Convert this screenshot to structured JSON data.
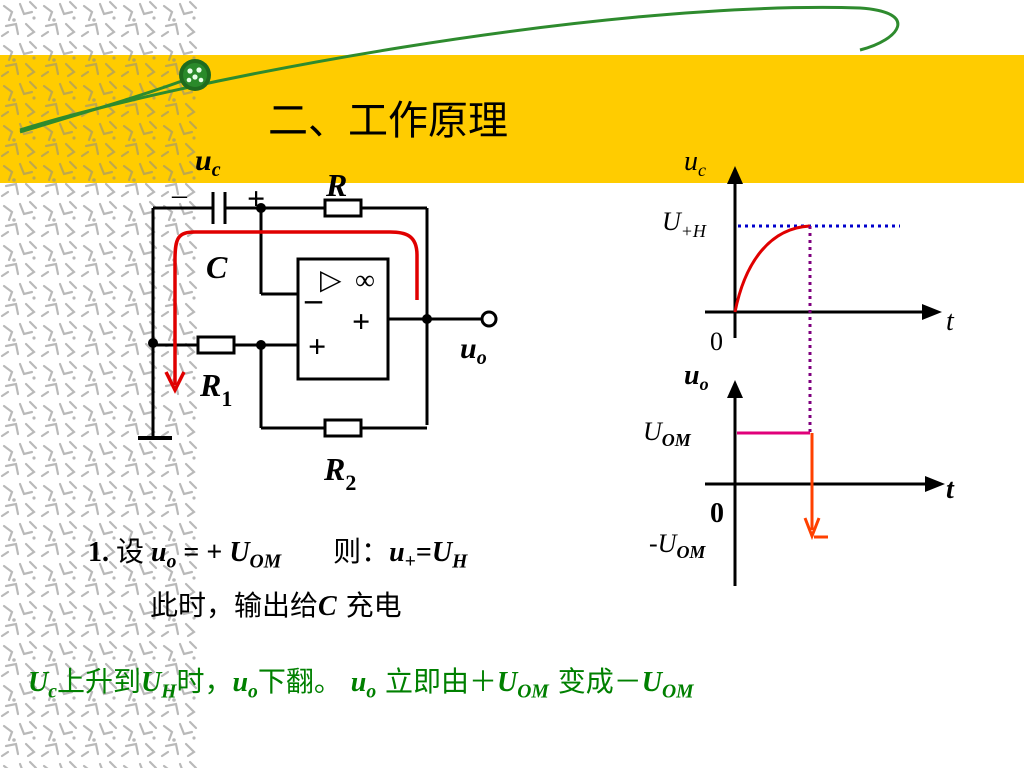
{
  "slide": {
    "title": "二、工作原理",
    "colors": {
      "band": "#FFCC00",
      "pattern": "#8a8a8a",
      "wire": "#000000",
      "highlight": "#e00000",
      "blue_dotted": "#0000cc",
      "purple_dotted": "#7f007f",
      "pink_level": "#e0007a",
      "orange_arrow": "#ff4000",
      "green_text": "#008000"
    }
  },
  "circuit": {
    "cap_voltage": "u",
    "cap_voltage_sub": "c",
    "cap_minus": "–",
    "cap_plus": "+",
    "capacitor": "C",
    "resistor_R": "R",
    "resistor_R1": "R",
    "resistor_R1_sub": "1",
    "resistor_R2": "R",
    "resistor_R2_sub": "2",
    "opamp_gain": "∞",
    "opamp_triangle": "▷",
    "opamp_minus": "–",
    "opamp_plus_out": "+",
    "opamp_plus_in": "+",
    "output": "u",
    "output_sub": "o"
  },
  "graph_uc": {
    "ylabel": "u",
    "ylabel_sub": "c",
    "level_label": "U",
    "level_sub": "+H",
    "xlabel": "t",
    "origin": "0"
  },
  "graph_uo": {
    "ylabel": "u",
    "ylabel_sub": "o",
    "high_label": "U",
    "high_sub": "OM",
    "low_label": "-U",
    "low_sub": "OM",
    "xlabel": "t",
    "origin": "0"
  },
  "text": {
    "line1": {
      "num": "1.",
      "set": "设",
      "u": "u",
      "u_sub": "o",
      "eq": "= +",
      "U": "U",
      "U_sub": "OM",
      "then": "则：",
      "u2": "u",
      "u2_sub": "+",
      "eq2": "=",
      "U2": "U",
      "U2_sub": "H"
    },
    "line2": {
      "pre": "此时，输出给",
      "C": "C",
      "post": " 充电"
    },
    "line3": {
      "U": "U",
      "U_sub": "c",
      "t1": "上升到",
      "U2": "U",
      "U2_sub": "H",
      "t2": "时，",
      "u": "u",
      "u_sub": "o",
      "t3": "下翻。 ",
      "u2": "u",
      "u2_sub": "o",
      "t4": " 立即由＋",
      "U3": "U",
      "U3_sub": "OM",
      "t5": " 变成－",
      "U4": "U",
      "U4_sub": "OM"
    }
  }
}
